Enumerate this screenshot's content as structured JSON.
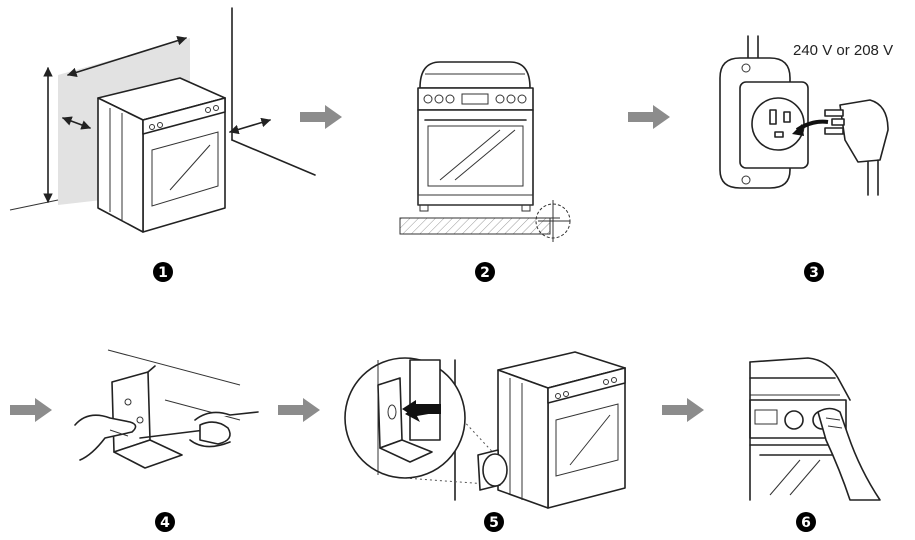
{
  "steps": [
    {
      "number": "1",
      "icon": "range-clearance-measure-icon"
    },
    {
      "number": "2",
      "icon": "range-leveling-icon"
    },
    {
      "number": "3",
      "icon": "power-outlet-plug-icon"
    },
    {
      "number": "4",
      "icon": "anti-tip-bracket-install-icon"
    },
    {
      "number": "5",
      "icon": "slide-range-into-bracket-icon"
    },
    {
      "number": "6",
      "icon": "turn-knob-test-icon"
    }
  ],
  "voltage_label": "240 V or 208 V",
  "colors": {
    "line": "#222222",
    "arrow": "#8c8c8c",
    "wall_shade": "#e2e2e2",
    "badge": "#000000"
  }
}
